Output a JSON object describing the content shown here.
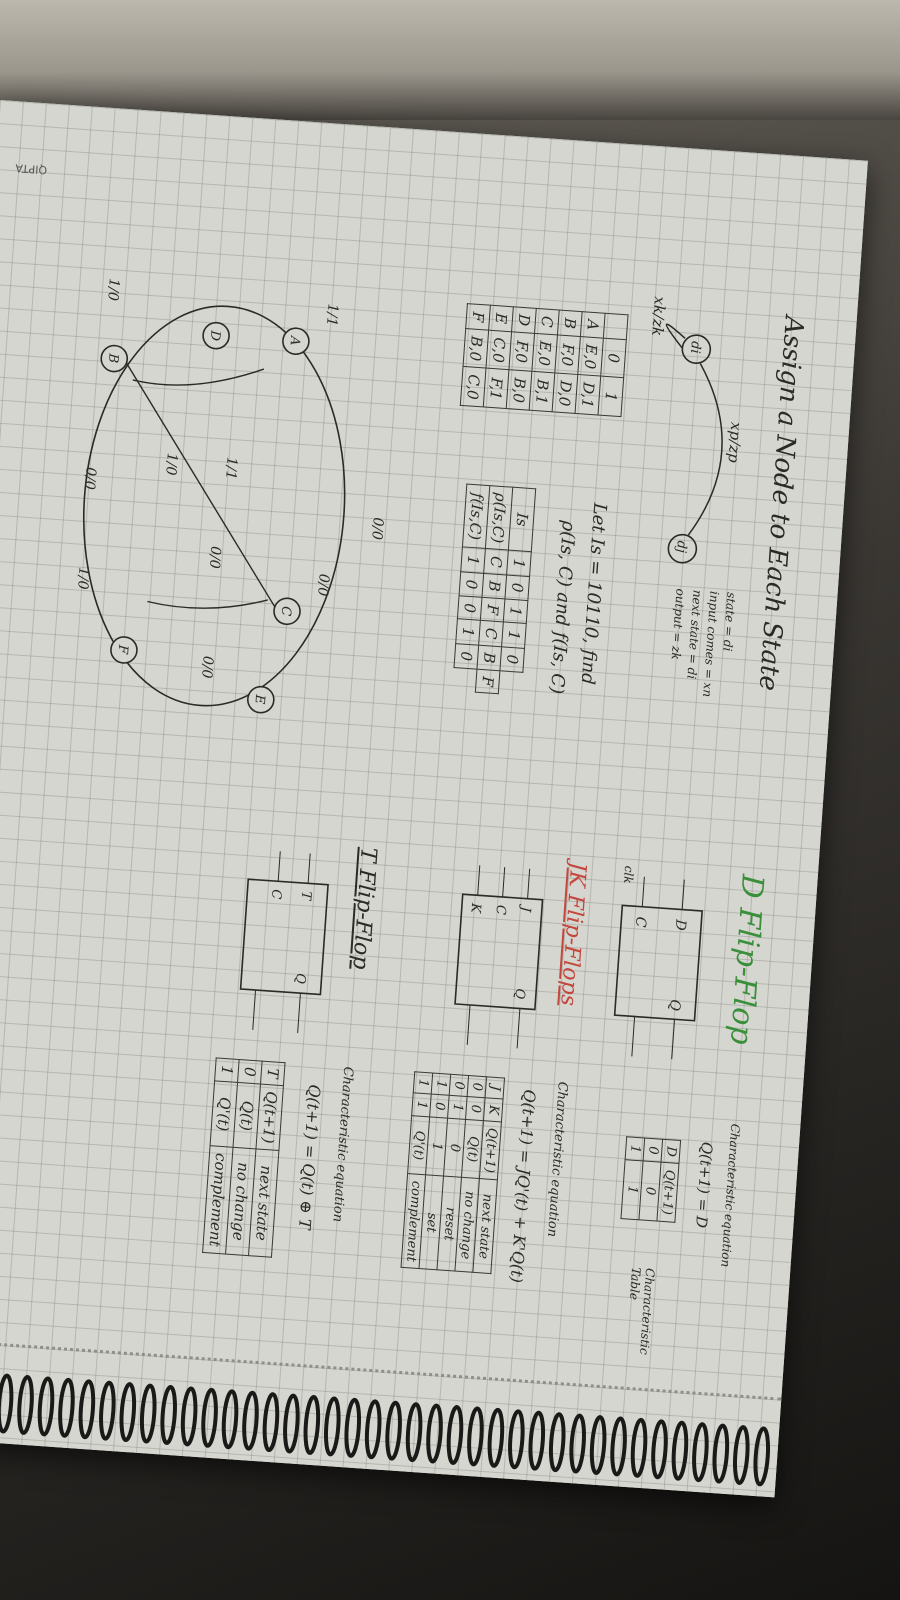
{
  "brand": "QIPTA",
  "left": {
    "title": "Assign a Node to Each State",
    "node_di": "di",
    "node_dj": "dj",
    "edge_label": "xp/zp",
    "self_label": "xk/zk",
    "notes": [
      "state = di",
      "input comes = xn",
      "next state = di",
      "output = zk"
    ],
    "table": {
      "header": [
        "",
        "0",
        "1"
      ],
      "rows": [
        [
          "A",
          "E,0",
          "D,1"
        ],
        [
          "B",
          "F,0",
          "D,0"
        ],
        [
          "C",
          "E,0",
          "B,1"
        ],
        [
          "D",
          "F,0",
          "B,0"
        ],
        [
          "E",
          "C,0",
          "F,1"
        ],
        [
          "F",
          "B,0",
          "C,0"
        ]
      ]
    },
    "problem_line1": "Let Is = 10110, find",
    "problem_line2": "ρ(Is, C) and f(Is, C)",
    "eval_table": {
      "rows": [
        [
          "Is",
          "1",
          "0",
          "1",
          "1",
          "0"
        ],
        [
          "ρ(Is,C)",
          "C",
          "B",
          "F",
          "C",
          "B",
          "F"
        ],
        [
          "f(Is,C)",
          "1",
          "0",
          "0",
          "1",
          "0"
        ]
      ]
    },
    "graph": {
      "nodes": [
        "A",
        "B",
        "C",
        "D",
        "E",
        "F"
      ],
      "labels": [
        "1/1",
        "1/0",
        "0/0",
        "1/0",
        "0/0",
        "0/0",
        "1/1",
        "0/0",
        "1/0",
        "0/0"
      ]
    }
  },
  "right": {
    "d_title": "D Flip-Flop",
    "d_box": [
      "D",
      "Q",
      "C"
    ],
    "clk": "clk",
    "d_char_eq_label": "Characteristic equation",
    "d_char_eq": "Q(t+1) = D",
    "d_table": {
      "header": [
        "D",
        "Q(t+1)"
      ],
      "rows": [
        [
          "0",
          "0"
        ],
        [
          "1",
          "1"
        ]
      ]
    },
    "d_table_label": "Characteristic Table",
    "jk_title": "JK Flip-Flops",
    "jk_box": [
      "J",
      "Q",
      "C",
      "K"
    ],
    "jk_char_label": "Characteristic equation",
    "jk_char_eq": "Q(t+1) = JQ'(t) + K'Q(t)",
    "jk_table": {
      "header": [
        "J",
        "K",
        "Q(t+1)",
        "next state"
      ],
      "rows": [
        [
          "0",
          "0",
          "Q(t)",
          "no change"
        ],
        [
          "0",
          "1",
          "0",
          "reset"
        ],
        [
          "1",
          "0",
          "1",
          "set"
        ],
        [
          "1",
          "1",
          "Q'(t)",
          "complement"
        ]
      ]
    },
    "t_title": "T Flip-Flop",
    "t_box": [
      "T",
      "Q",
      "C"
    ],
    "t_char_label": "Characteristic equation",
    "t_char_eq": "Q(t+1) = Q(t) ⊕ T",
    "t_table": {
      "header": [
        "T",
        "Q(t+1)",
        "next state"
      ],
      "rows": [
        [
          "0",
          "Q(t)",
          "no change"
        ],
        [
          "1",
          "Q'(t)",
          "complement"
        ]
      ]
    }
  }
}
